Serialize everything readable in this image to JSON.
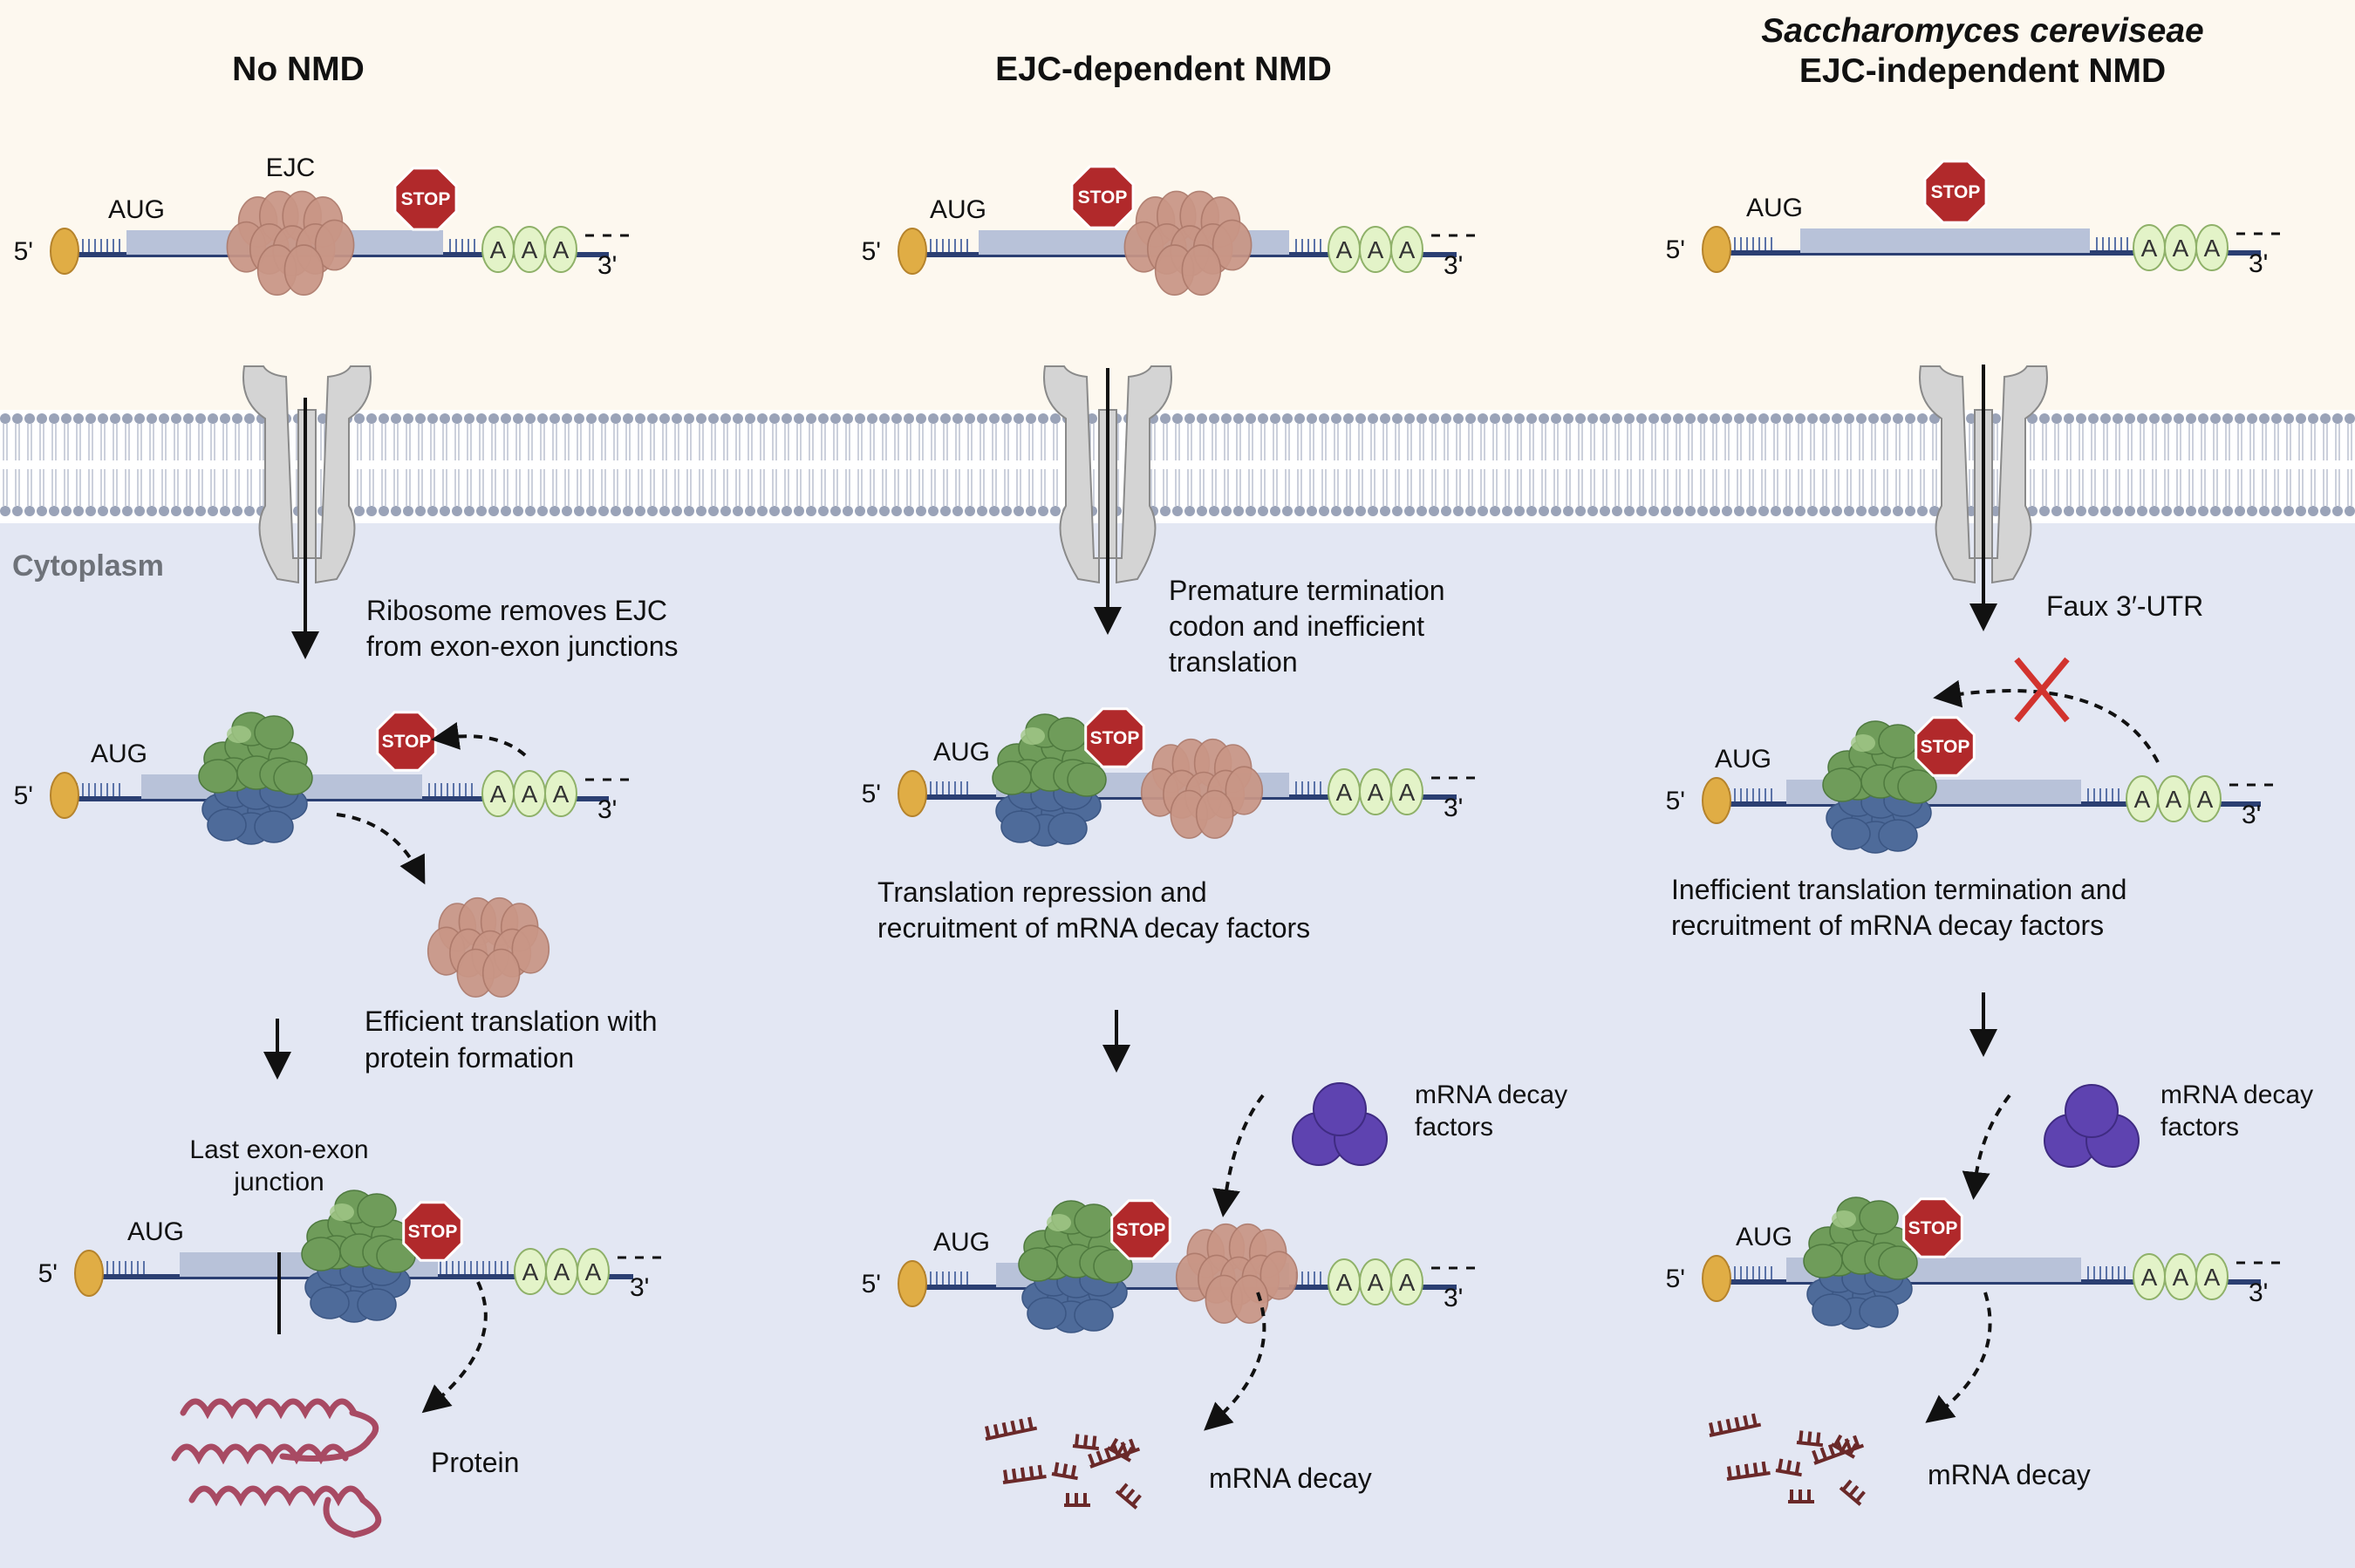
{
  "panels": [
    {
      "title": "No NMD",
      "labels": {
        "aug": "AUG",
        "five": "5'",
        "three": "3'",
        "ejc": "EJC",
        "stop": "STOP",
        "a": "A",
        "step1": [
          "Ribosome removes EJC",
          "from exon-exon junctions"
        ],
        "step2": [
          "Efficient translation with",
          "protein formation"
        ],
        "junction": [
          "Last exon-exon",
          "junction"
        ],
        "product": "Protein"
      }
    },
    {
      "title": "EJC-dependent NMD",
      "labels": {
        "aug": "AUG",
        "five": "5'",
        "three": "3'",
        "stop": "STOP",
        "a": "A",
        "step1": [
          "Premature termination",
          "codon and inefficient",
          "translation"
        ],
        "step2": [
          "Translation repression and",
          "recruitment of mRNA decay factors"
        ],
        "factors": [
          "mRNA decay",
          "factors"
        ],
        "product": "mRNA decay"
      }
    },
    {
      "title_italic": "Saccharomyces cereviseae",
      "title": "EJC-independent NMD",
      "labels": {
        "aug": "AUG",
        "five": "5'",
        "three": "3'",
        "stop": "STOP",
        "a": "A",
        "step1": [
          "Faux 3′-UTR"
        ],
        "step2": [
          "Inefficient translation termination and",
          "recruitment of mRNA decay factors"
        ],
        "factors": [
          "mRNA decay",
          "factors"
        ],
        "product": "mRNA decay"
      }
    }
  ],
  "compartment": "Cytoplasm",
  "colors": {
    "nucleus_bg": "#fdf8ef",
    "cytoplasm_bg": "#e3e7f3",
    "mrna": "#2b3f72",
    "utr": "#a9bad9",
    "coding": "#b8c2d9",
    "cap": "#e0ad45",
    "polya": "#e3f3c8",
    "ejc": "#c99686",
    "stop": "#b1292b",
    "ribo_small": "#4e6b9a",
    "ribo_large": "#6f9c5a",
    "decay_factor": "#5e43b0",
    "decay_rna": "#6a2929",
    "protein": "#a84a63",
    "membrane": "#9aa3b8",
    "pore": "#d4d4d4"
  }
}
